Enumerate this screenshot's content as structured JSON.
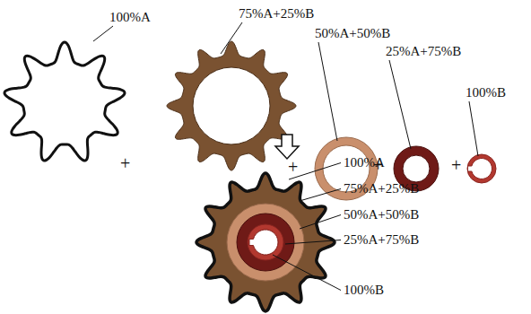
{
  "diagram": {
    "labels": [
      "100%A",
      "75%A+25%B",
      "50%A+50%B",
      "25%A+75%B",
      "100%B",
      "+",
      "+",
      "+",
      "+",
      "100%A",
      "75%A+25%B",
      "50%A+50%B",
      "25%A+75%B",
      "100%B"
    ]
  }
}
